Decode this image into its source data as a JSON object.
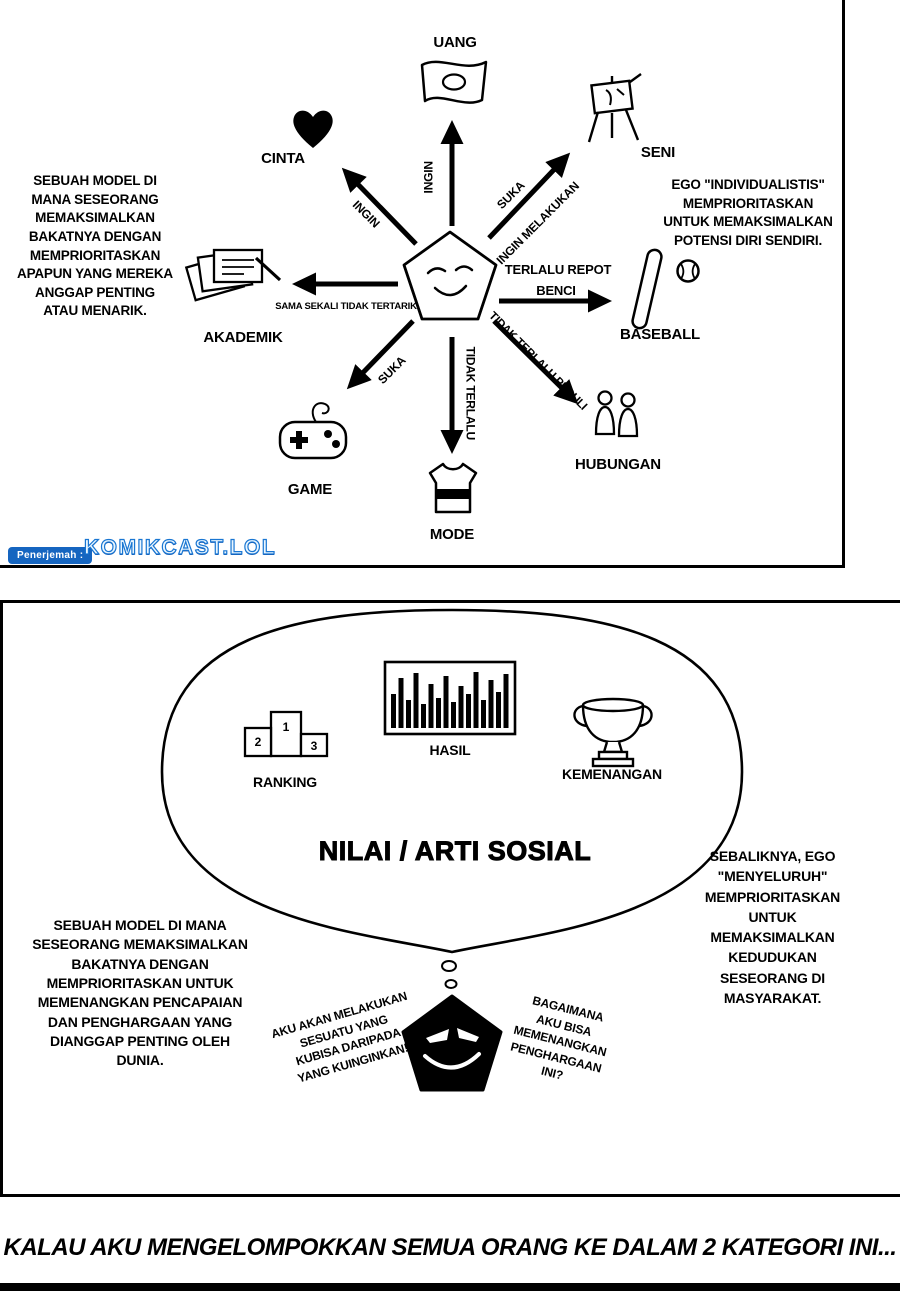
{
  "colors": {
    "ink": "#000000",
    "paper": "#ffffff",
    "watermark_badge_blue": "#1565c0",
    "watermark_text_blue": "#1976d2"
  },
  "panel1": {
    "side_left": "SEBUAH MODEL DI\nMANA SESEORANG\nMEMAKSIMALKAN\nBAKATNYA DENGAN\nMEMPRIORITASKAN\nAPAPUN YANG MEREKA\nANGGAP PENTING\nATAU MENARIK.",
    "side_right": "EGO \"INDIVIDUALISTIS\"\nMEMPRIORITASKAN\nUNTUK MEMAKSIMALKAN\nPOTENSI DIRI SENDIRI.",
    "items": {
      "uang": "UANG",
      "cinta": "CINTA",
      "seni": "SENI",
      "akademik": "AKADEMIK",
      "baseball": "BASEBALL",
      "game": "GAME",
      "mode": "MODE",
      "hubungan": "HUBUNGAN"
    },
    "arrows": {
      "uang": "INGIN",
      "cinta": "INGIN",
      "seni_a": "SUKA",
      "seni_b": "INGIN MELAKUKAN",
      "akademik": "SAMA SEKALI TIDAK TERTARIK",
      "baseball_a": "TERLALU REPOT",
      "baseball_b": "BENCI",
      "game": "SUKA",
      "mode": "TIDAK TERLALU",
      "hubungan": "TIDAK TERLALU PEDULI"
    },
    "watermark": {
      "label": "Penerjemah :",
      "site": "KOMIKCAST.LOL"
    }
  },
  "panel2": {
    "bubble": {
      "ranking_label": "RANKING",
      "hasil_label": "HASIL",
      "kemenangan_label": "KEMENANGAN",
      "podium": {
        "first": "1",
        "second": "2",
        "third": "3"
      },
      "title": "NILAI / ARTI SOSIAL"
    },
    "side_left": "SEBUAH MODEL DI MANA\nSESEORANG MEMAKSIMALKAN\nBAKATNYA DENGAN\nMEMPRIORITASKAN UNTUK\nMEMENANGKAN PENCAPAIAN\nDAN PENGHARGAAN YANG\nDIANGGAP PENTING OLEH\nDUNIA.",
    "side_right": "SEBALIKNYA, EGO\n\"MENYELURUH\"\nMEMPRIORITASKAN\nUNTUK\nMEMAKSIMALKAN\nKEDUDUKAN\nSESEORANG DI\nMASYARAKAT.",
    "speech_left": "AKU AKAN MELAKUKAN\nSESUATU YANG\nKUBISA DARIPADA\nYANG KUINGINKAN!",
    "speech_right": "BAGAIMANA\nAKU BISA\nMEMENANGKAN\nPENGHARGAAN\nINI?"
  },
  "caption": "KALAU AKU MENGELOMPOKKAN SEMUA ORANG KE DALAM 2 KATEGORI INI..."
}
